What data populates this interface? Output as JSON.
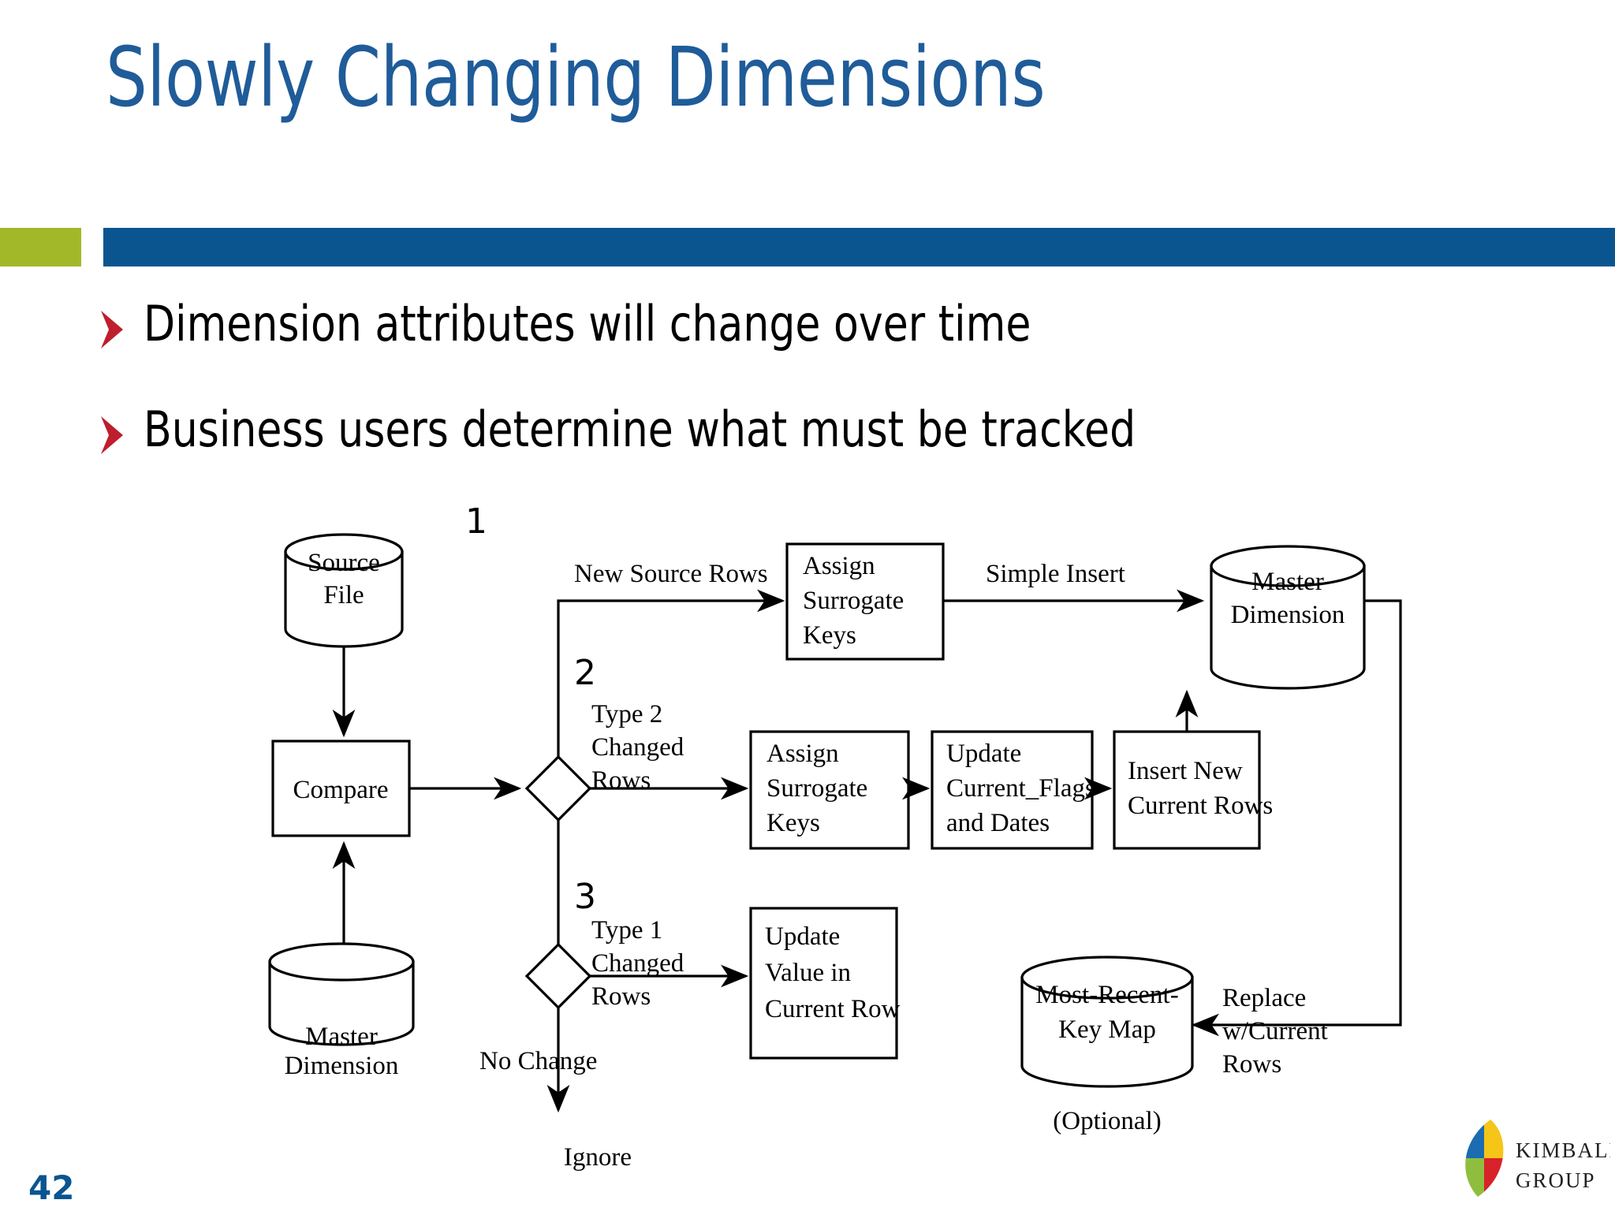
{
  "slide": {
    "title": "Slowly Changing Dimensions",
    "page_number": "42",
    "colors": {
      "title_blue": "#1F5C99",
      "bar_blue": "#0A5590",
      "bar_green": "#A2B828",
      "bullet_red": "#BE1E2D"
    }
  },
  "bullets": [
    {
      "text": "Dimension attributes will change over time"
    },
    {
      "text": "Business users determine what must be tracked"
    }
  ],
  "chart_data": {
    "type": "diagram",
    "title": "Slowly Changing Dimension processing flow",
    "nodes": [
      {
        "id": "source-file",
        "kind": "cylinder",
        "label": "Source File"
      },
      {
        "id": "compare",
        "kind": "process",
        "label": "Compare"
      },
      {
        "id": "master-dimension-src",
        "kind": "cylinder",
        "label": "Master Dimension"
      },
      {
        "id": "decision-1",
        "kind": "decision",
        "label": ""
      },
      {
        "id": "decision-2",
        "kind": "decision",
        "label": ""
      },
      {
        "id": "assign-keys-new",
        "kind": "process",
        "label": "Assign Surrogate Keys"
      },
      {
        "id": "assign-keys-type2",
        "kind": "process",
        "label": "Assign Surrogate Keys"
      },
      {
        "id": "update-flags-dates",
        "kind": "process",
        "label": "Update Current_Flags and Dates"
      },
      {
        "id": "insert-new-rows",
        "kind": "process",
        "label": "Insert New Current Rows"
      },
      {
        "id": "update-value",
        "kind": "process",
        "label": "Update Value in Current Row"
      },
      {
        "id": "master-dimension-tgt",
        "kind": "cylinder",
        "label": "Master Dimension"
      },
      {
        "id": "key-map",
        "kind": "cylinder",
        "label": "Most-Recent-Key Map"
      },
      {
        "id": "ignore",
        "kind": "terminal",
        "label": "Ignore"
      }
    ],
    "edges": [
      {
        "from": "source-file",
        "to": "compare",
        "label": ""
      },
      {
        "from": "master-dimension-src",
        "to": "compare",
        "label": ""
      },
      {
        "from": "compare",
        "to": "decision-1",
        "label": ""
      },
      {
        "from": "decision-1",
        "to": "assign-keys-new",
        "label": "New Source Rows",
        "step": "1"
      },
      {
        "from": "assign-keys-new",
        "to": "master-dimension-tgt",
        "label": "Simple Insert"
      },
      {
        "from": "decision-1",
        "to": "assign-keys-type2",
        "label": "Type 2 Changed Rows",
        "step": "2"
      },
      {
        "from": "assign-keys-type2",
        "to": "update-flags-dates",
        "label": ""
      },
      {
        "from": "update-flags-dates",
        "to": "insert-new-rows",
        "label": ""
      },
      {
        "from": "insert-new-rows",
        "to": "master-dimension-tgt",
        "label": ""
      },
      {
        "from": "decision-1",
        "to": "decision-2",
        "label": ""
      },
      {
        "from": "decision-2",
        "to": "update-value",
        "label": "Type 1 Changed Rows",
        "step": "3"
      },
      {
        "from": "decision-2",
        "to": "ignore",
        "label": "No Change"
      },
      {
        "from": "master-dimension-tgt",
        "to": "key-map",
        "label": "Replace w/Current Rows"
      }
    ],
    "labels": {
      "source_file_1": "Source",
      "source_file_2": "File",
      "compare": "Compare",
      "master_dim_src_1": "Master",
      "master_dim_src_2": "Dimension",
      "step_1": "1",
      "step_2": "2",
      "step_3": "3",
      "new_source_rows": "New Source Rows",
      "assign_1_l1": "Assign",
      "assign_1_l2": "Surrogate",
      "assign_1_l3": "Keys",
      "simple_insert": "Simple Insert",
      "master_dim_tgt_1": "Master",
      "master_dim_tgt_2": "Dimension",
      "type2_l1": "Type 2",
      "type2_l2": "Changed",
      "type2_l3": "Rows",
      "assign_2_l1": "Assign",
      "assign_2_l2": "Surrogate",
      "assign_2_l3": "Keys",
      "update_flags_l1": "Update",
      "update_flags_l2": "Current_Flags",
      "update_flags_l3": "and Dates",
      "insert_new_l1": "Insert New",
      "insert_new_l2": "Current Rows",
      "type1_l1": "Type 1",
      "type1_l2": "Changed",
      "type1_l3": "Rows",
      "update_value_l1": "Update",
      "update_value_l2": "Value in",
      "update_value_l3": "Current Row",
      "no_change": "No Change",
      "ignore": "Ignore",
      "key_map_l1": "Most-Recent-",
      "key_map_l2": "Key Map",
      "optional": "(Optional)",
      "replace_l1": "Replace",
      "replace_l2": "w/Current",
      "replace_l3": "Rows"
    }
  },
  "logo": {
    "name_line_1": "KIMBALL",
    "name_line_2": "GROUP",
    "colors": {
      "blue": "#1B6CB0",
      "yellow": "#F5C518",
      "red": "#D72229",
      "green": "#8FBE3F"
    }
  }
}
